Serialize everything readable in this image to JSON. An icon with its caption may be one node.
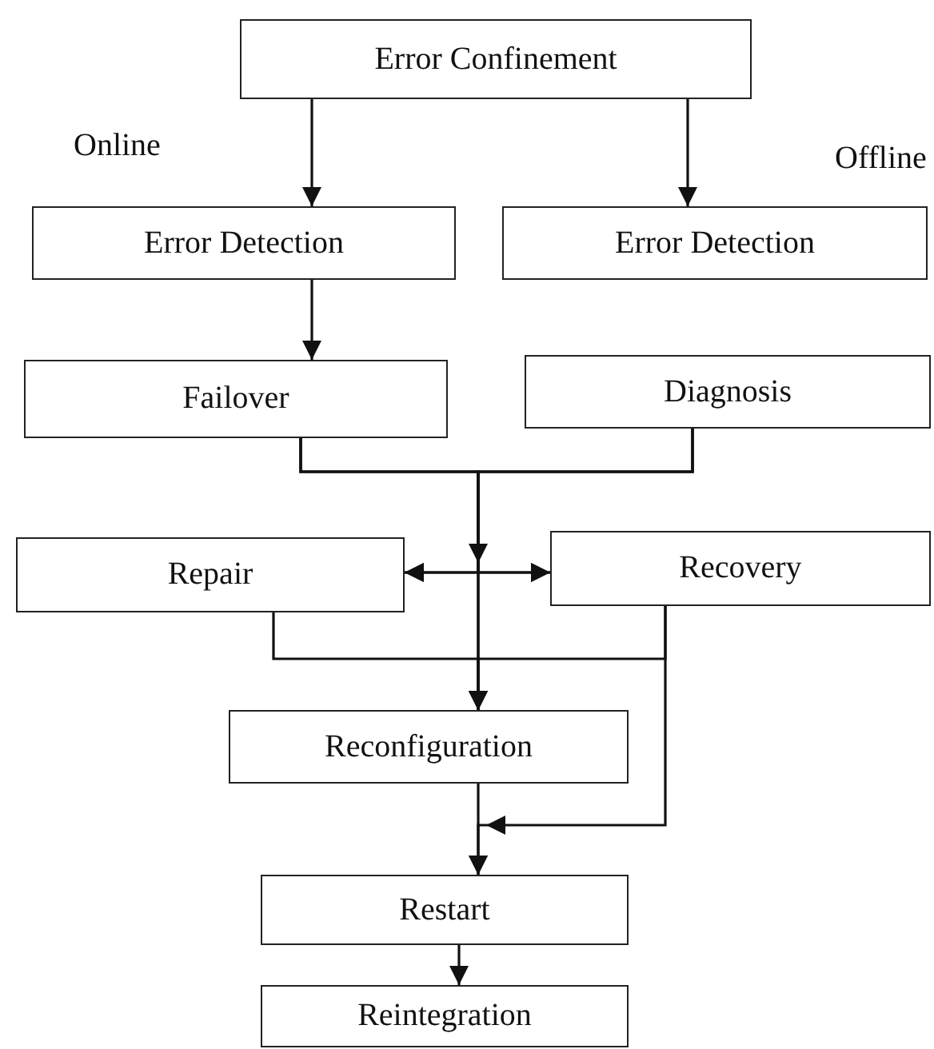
{
  "diagram": {
    "nodes": [
      {
        "text": [
          "Error Confinement"
        ]
      },
      {
        "text": [
          "Error Detection"
        ]
      },
      {
        "text": [
          "Error Detection"
        ]
      },
      {
        "text": [
          "Failover"
        ]
      },
      {
        "text": [
          "Diagnosis"
        ]
      },
      {
        "text": [
          "Repair"
        ]
      },
      {
        "text": [
          "Recovery"
        ]
      },
      {
        "text": [
          "Reconfiguration"
        ]
      },
      {
        "text": [
          "Restart"
        ]
      },
      {
        "text": [
          "Reintegration"
        ]
      }
    ],
    "edges": [
      {
        "from": 0,
        "to": 1,
        "arrow": "to"
      },
      {
        "from": 0,
        "to": 2,
        "arrow": "to"
      },
      {
        "from": 1,
        "to": 3,
        "arrow": "to"
      },
      {
        "from": 3,
        "to": 5,
        "arrow": "to"
      },
      {
        "from": 3,
        "to": 6,
        "arrow": "to"
      },
      {
        "from": 4,
        "to": 5,
        "arrow": "to"
      },
      {
        "from": 4,
        "to": 6,
        "arrow": "to"
      },
      {
        "from": 3,
        "to": 7,
        "arrow": "to"
      },
      {
        "from": 4,
        "to": 7,
        "arrow": "to"
      },
      {
        "from": 5,
        "to": 7,
        "arrow": "to"
      },
      {
        "from": 6,
        "to": 7,
        "arrow": "to"
      },
      {
        "from": 6,
        "to": 8,
        "arrow": "to"
      },
      {
        "from": 7,
        "to": 8,
        "arrow": "to"
      },
      {
        "from": 8,
        "to": 9,
        "arrow": "to"
      }
    ],
    "labels": [
      "Online",
      "Offline"
    ]
  }
}
